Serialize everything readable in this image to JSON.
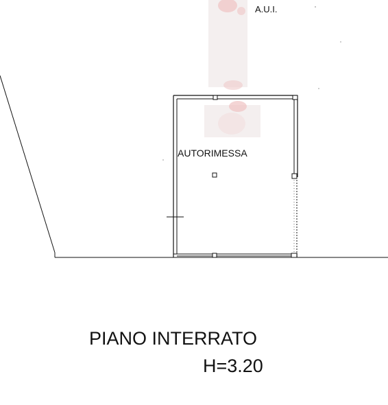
{
  "labels": {
    "aui": "A.U.I.",
    "room": "AUTORIMESSA"
  },
  "title": {
    "floor": "PIANO INTERRATO",
    "height": "H=3.20"
  },
  "colors": {
    "line": "#111111",
    "redacted_fill": "#f3eeee",
    "redacted_mark": "#e9b7b7",
    "background": "#ffffff"
  }
}
